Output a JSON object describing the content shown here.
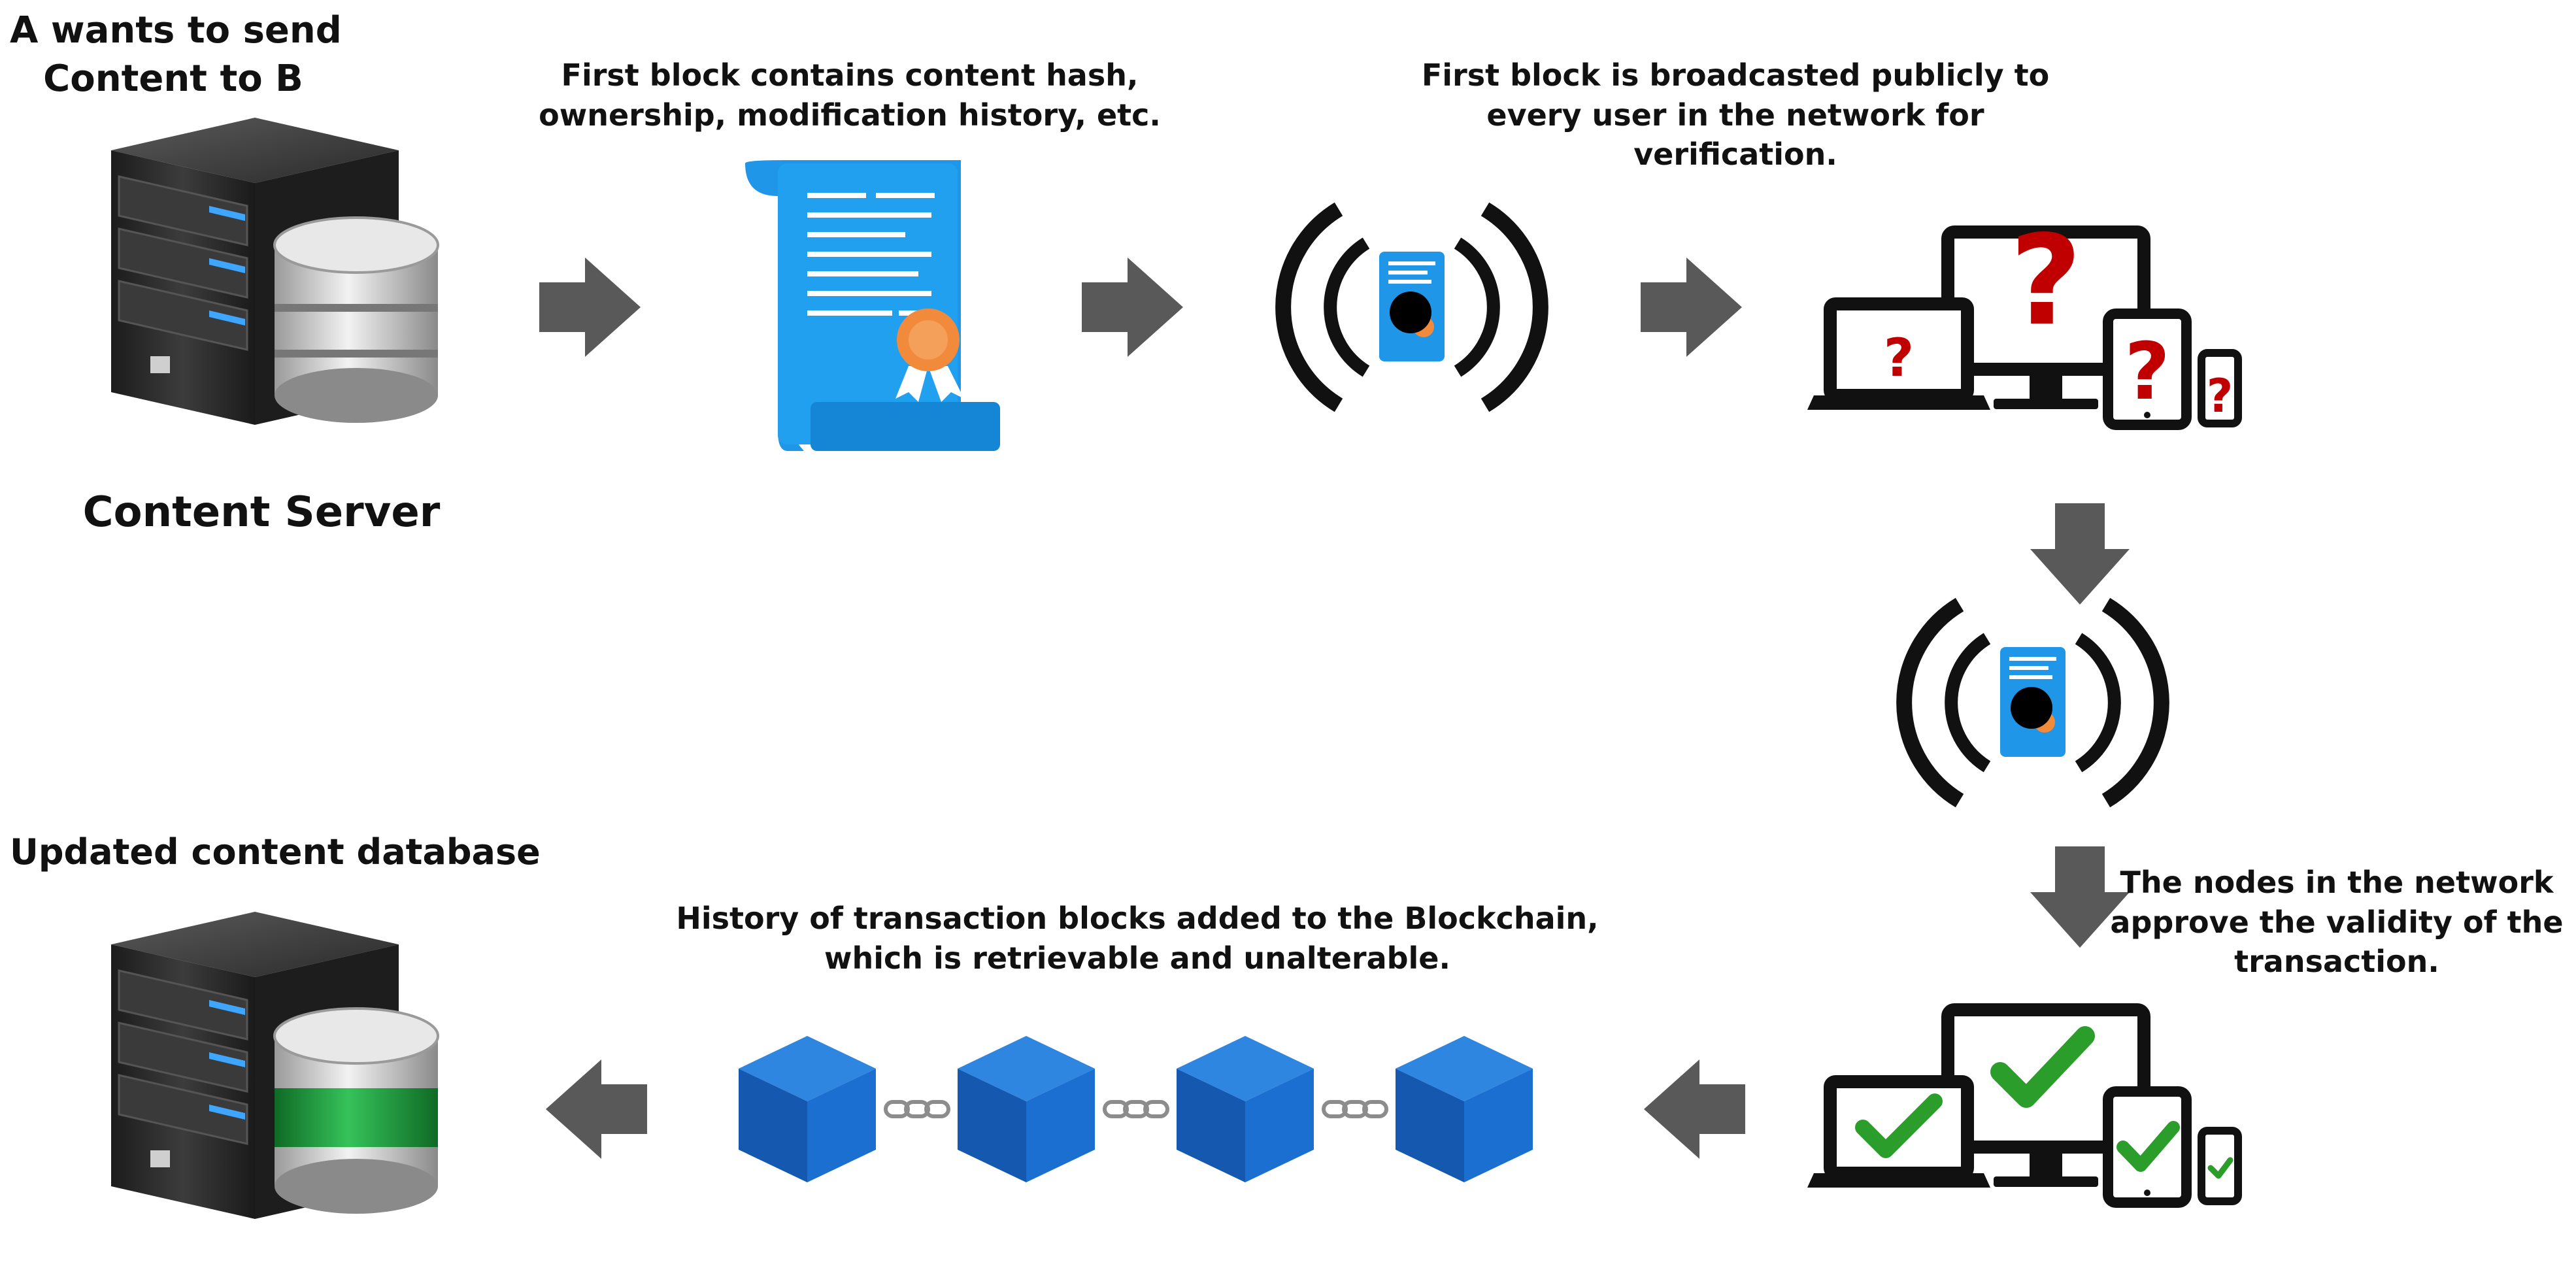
{
  "labels": {
    "sender_line1": "A wants to send",
    "sender_line2": "Content to B",
    "server_caption": "Content Server",
    "first_block_line1": "First block contains content hash,",
    "first_block_line2": "ownership, modification history, etc.",
    "broadcast_line1": "First block is broadcasted publicly to",
    "broadcast_line2": "every user in the network for",
    "broadcast_line3": "verification.",
    "approve_line1": "The nodes in the network",
    "approve_line2": "approve the validity of the",
    "approve_line3": "transaction.",
    "history_line1": "History of transaction blocks added to the Blockchain,",
    "history_line2": "which is retrievable and unalterable.",
    "updated_db": "Updated content database"
  },
  "colors": {
    "arrow": "#595959",
    "document": "#1f96e8",
    "seal": "#f28a3c",
    "question_mark": "#c00000",
    "check_mark": "#2a9d2a",
    "cube": "#1a6fd0",
    "db_band": "#1e9e3c",
    "device": "#111111",
    "server": "#2f2f2f"
  },
  "icons": [
    "server-icon",
    "database-icon",
    "document-icon",
    "broadcast-icon",
    "devices-question-icon",
    "devices-check-icon",
    "blockchain-icon",
    "arrow-right-icon",
    "arrow-down-icon",
    "arrow-left-icon"
  ]
}
